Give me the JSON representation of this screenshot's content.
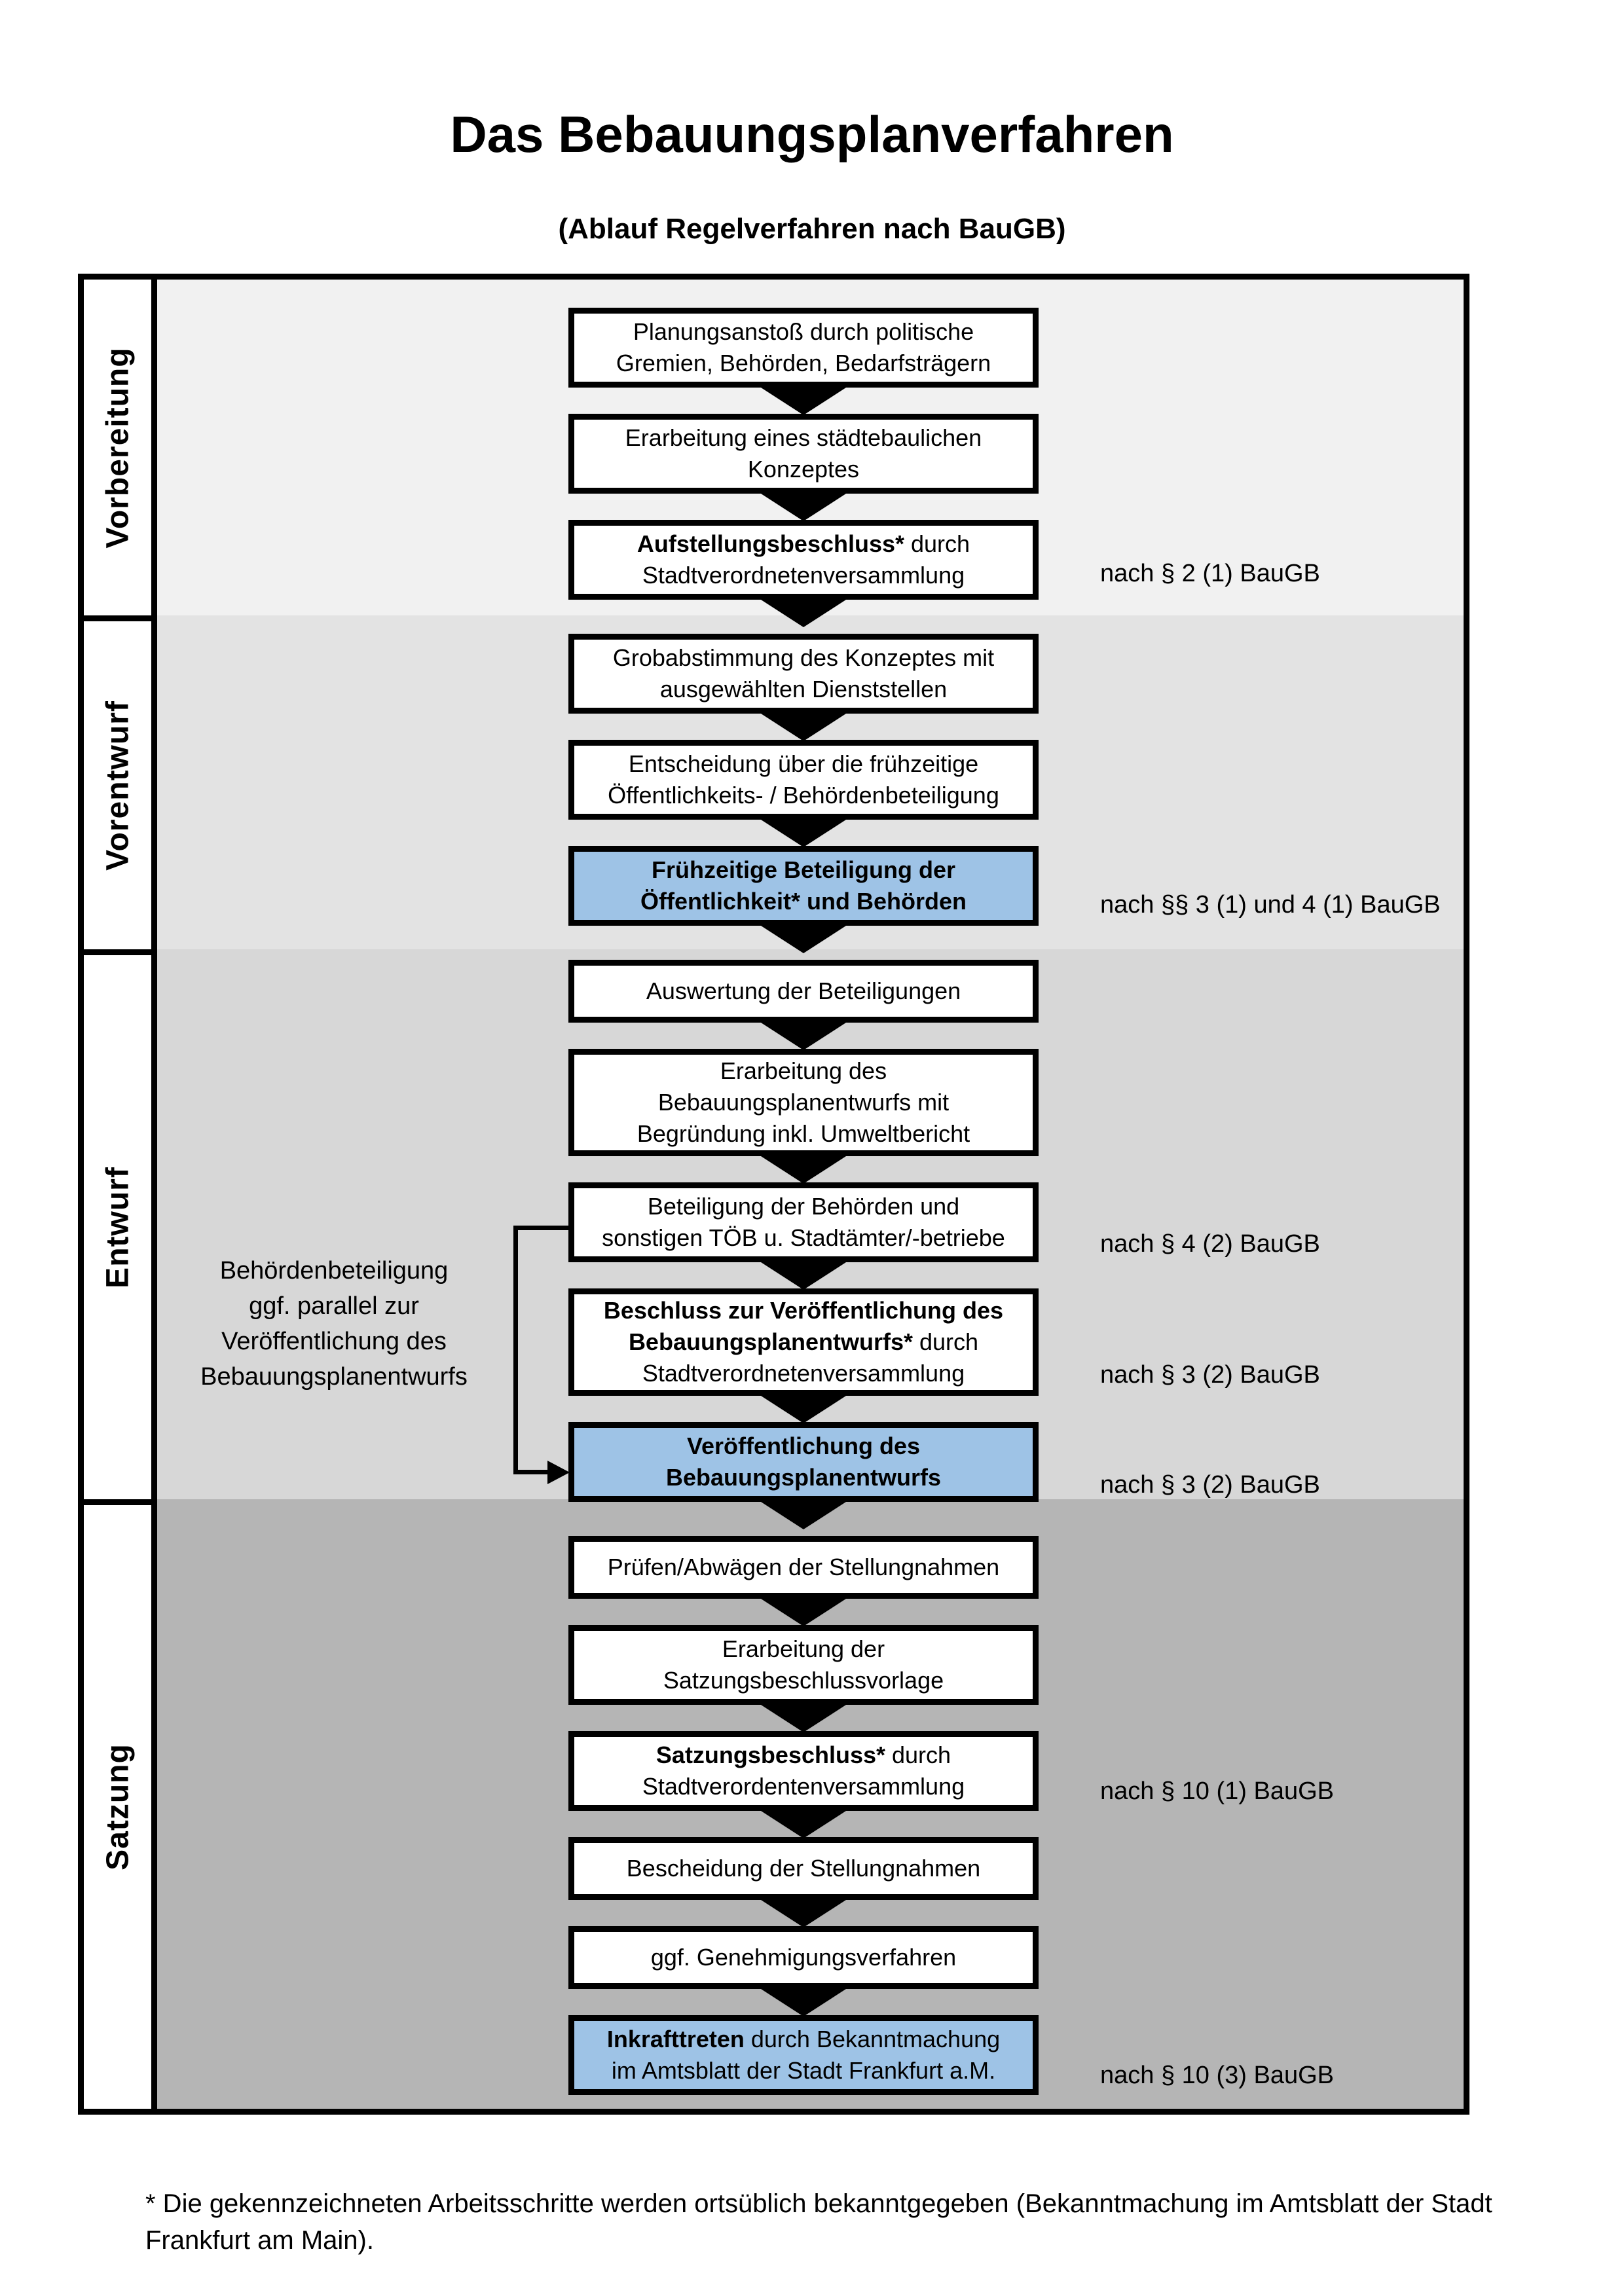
{
  "title": "Das Bebauungsplanverfahren",
  "subtitle": "(Ablauf Regelverfahren nach BauGB)",
  "phases": [
    {
      "label": "Vorbereitung"
    },
    {
      "label": "Vorentwurf"
    },
    {
      "label": "Entwurf"
    },
    {
      "label": "Satzung"
    }
  ],
  "boxes": {
    "b1": {
      "bold": "",
      "text": "Planungsanstoß durch politische\nGremien, Behörden, Bedarfsträgern"
    },
    "b2": {
      "bold": "",
      "text": "Erarbeitung eines städtebaulichen\nKonzeptes"
    },
    "b3": {
      "bold": "Aufstellungsbeschluss*",
      "text": " durch\nStadtverordnetenversammlung"
    },
    "b4": {
      "bold": "",
      "text": "Grobabstimmung des Konzeptes mit\nausgewählten Dienststellen"
    },
    "b5": {
      "bold": "",
      "text": "Entscheidung über die frühzeitige\nÖffentlichkeits- / Behördenbeteiligung"
    },
    "b6": {
      "bold": "Frühzeitige Beteiligung der\nÖffentlichkeit* und Behörden",
      "text": ""
    },
    "b7": {
      "bold": "",
      "text": "Auswertung der Beteiligungen"
    },
    "b8": {
      "bold": "",
      "text": "Erarbeitung des\nBebauungsplanentwurfs mit\nBegründung inkl. Umweltbericht"
    },
    "b9": {
      "bold": "",
      "text": "Beteiligung der Behörden und\nsonstigen TÖB u. Stadtämter/-betriebe"
    },
    "b10": {
      "bold": "Beschluss zur Veröffentlichung des\nBebauungsplanentwurfs*",
      "text": " durch\nStadtverordnetenversammlung"
    },
    "b11": {
      "bold": "Veröffentlichung des\nBebauungsplanentwurfs",
      "text": ""
    },
    "b12": {
      "bold": "",
      "text": "Prüfen/Abwägen der Stellungnahmen"
    },
    "b13": {
      "bold": "",
      "text": "Erarbeitung der\nSatzungsbeschlussvorlage"
    },
    "b14": {
      "bold": "Satzungsbeschluss*",
      "text": " durch\nStadtverordentenversammlung"
    },
    "b15": {
      "bold": "",
      "text": "Bescheidung der Stellungnahmen"
    },
    "b16": {
      "bold": "",
      "text": "ggf. Genehmigungsverfahren"
    },
    "b17": {
      "bold": "Inkrafttreten",
      "text": " durch Bekanntmachung\nim Amtsblatt der Stadt Frankfurt a.M."
    }
  },
  "refs": {
    "r1": "nach § 2 (1) BauGB",
    "r2": "nach §§ 3 (1) und 4 (1) BauGB",
    "r3": "nach § 4 (2) BauGB",
    "r4": "nach § 3 (2) BauGB",
    "r5": "nach § 3 (2) BauGB",
    "r6": "nach § 10 (1) BauGB",
    "r7": "nach § 10 (3) BauGB"
  },
  "side_note": "Behördenbeteiligung\nggf. parallel zur\nVeröffentlichung des\nBebauungsplanentwurfs",
  "footnote": "* Die gekennzeichneten Arbeitsschritte werden ortsüblich bekanntgegeben (Bekanntmachung im Amtsblatt  der Stadt Frankfurt am Main).",
  "colors": {
    "phase1_bg": "#F1F1F1",
    "phase2_bg": "#E3E3E3",
    "phase3_bg": "#D7D7D7",
    "phase4_bg": "#B5B5B5",
    "highlight_box_bg": "#9EC3E6",
    "line_color": "#000000"
  }
}
